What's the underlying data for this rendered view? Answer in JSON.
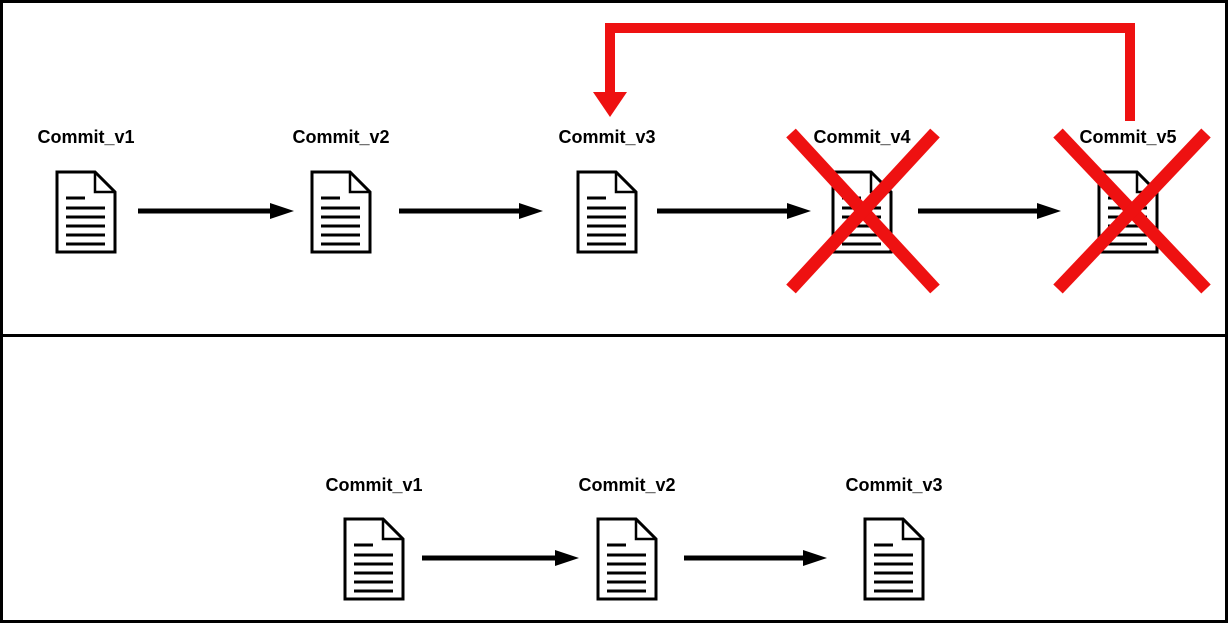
{
  "colors": {
    "stroke": "#000000",
    "delete_red": "#ee1111",
    "background": "#ffffff"
  },
  "sections": [
    {
      "name": "commit-history-before-reset",
      "commits": [
        {
          "label": "Commit_v1",
          "deleted": false
        },
        {
          "label": "Commit_v2",
          "deleted": false
        },
        {
          "label": "Commit_v3",
          "deleted": false
        },
        {
          "label": "Commit_v4",
          "deleted": true
        },
        {
          "label": "Commit_v5",
          "deleted": true
        }
      ],
      "reset_arrow": {
        "from": "Commit_v5",
        "to": "Commit_v3"
      }
    },
    {
      "name": "commit-history-after-reset",
      "commits": [
        {
          "label": "Commit_v1",
          "deleted": false
        },
        {
          "label": "Commit_v2",
          "deleted": false
        },
        {
          "label": "Commit_v3",
          "deleted": false
        }
      ]
    }
  ]
}
